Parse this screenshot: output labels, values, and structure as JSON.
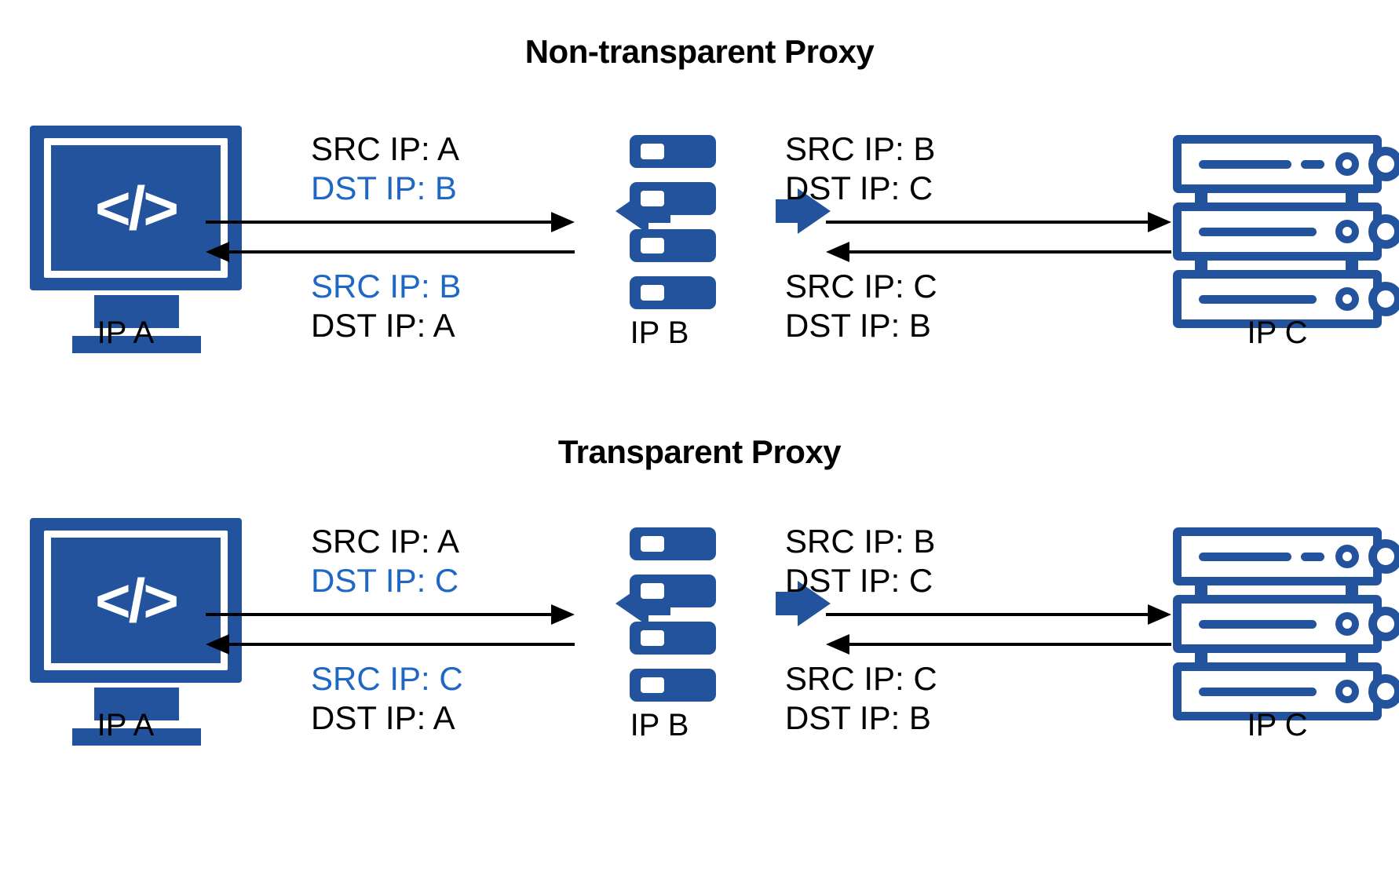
{
  "theme": {
    "icon_blue": "#24539e",
    "text_blue": "#1f67c4",
    "text_black": "#000000",
    "background": "#ffffff"
  },
  "diagrams": [
    {
      "title": "Non-transparent Proxy",
      "client": {
        "label": "IP A",
        "icon": "code-monitor-icon",
        "glyph": "</>"
      },
      "proxy": {
        "label": "IP B",
        "icon": "server-stack-icon"
      },
      "server": {
        "label": "IP C",
        "icon": "server-rack-icon"
      },
      "packets": {
        "client_request": [
          {
            "text": "SRC IP: A",
            "color": "black"
          },
          {
            "text": "DST IP: B",
            "color": "blue"
          }
        ],
        "client_response": [
          {
            "text": "SRC IP: B",
            "color": "blue"
          },
          {
            "text": "DST IP: A",
            "color": "black"
          }
        ],
        "server_request": [
          {
            "text": "SRC IP: B",
            "color": "black"
          },
          {
            "text": "DST IP: C",
            "color": "black"
          }
        ],
        "server_response": [
          {
            "text": "SRC IP: C",
            "color": "black"
          },
          {
            "text": "DST IP: B",
            "color": "black"
          }
        ]
      }
    },
    {
      "title": "Transparent Proxy",
      "client": {
        "label": "IP A",
        "icon": "code-monitor-icon",
        "glyph": "</>"
      },
      "proxy": {
        "label": "IP B",
        "icon": "server-stack-icon"
      },
      "server": {
        "label": "IP C",
        "icon": "server-rack-icon"
      },
      "packets": {
        "client_request": [
          {
            "text": "SRC IP: A",
            "color": "black"
          },
          {
            "text": "DST IP: C",
            "color": "blue"
          }
        ],
        "client_response": [
          {
            "text": "SRC IP: C",
            "color": "blue"
          },
          {
            "text": "DST IP: A",
            "color": "black"
          }
        ],
        "server_request": [
          {
            "text": "SRC IP: B",
            "color": "black"
          },
          {
            "text": "DST IP: C",
            "color": "black"
          }
        ],
        "server_response": [
          {
            "text": "SRC IP: C",
            "color": "black"
          },
          {
            "text": "DST IP: B",
            "color": "black"
          }
        ]
      }
    }
  ]
}
